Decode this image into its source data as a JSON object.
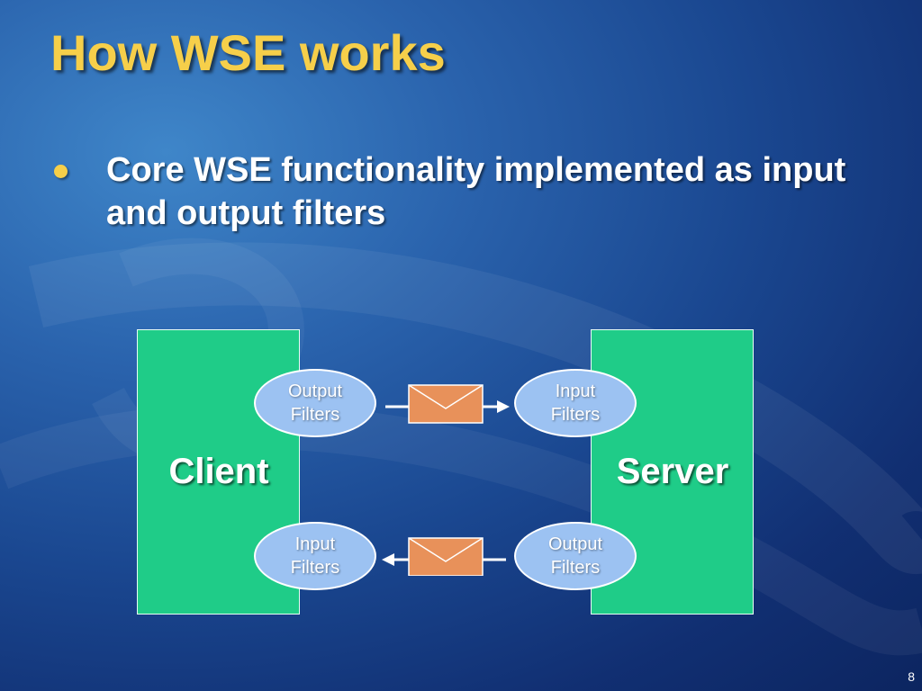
{
  "slide": {
    "title": "How WSE works",
    "bullet": "Core WSE functionality implemented as input and output filters",
    "number": "8"
  },
  "diagram": {
    "client_label": "Client",
    "server_label": "Server",
    "client_output_filter": "Output\nFilters",
    "server_input_filter": "Input\nFilters",
    "client_input_filter": "Input\nFilters",
    "server_output_filter": "Output\nFilters",
    "message_icon": "envelope-icon"
  },
  "colors": {
    "background": "#1a4790",
    "title": "#f6cf4a",
    "pane": "#1fcc88",
    "filter": "#9cc2f2",
    "envelope": "#e8915a"
  }
}
